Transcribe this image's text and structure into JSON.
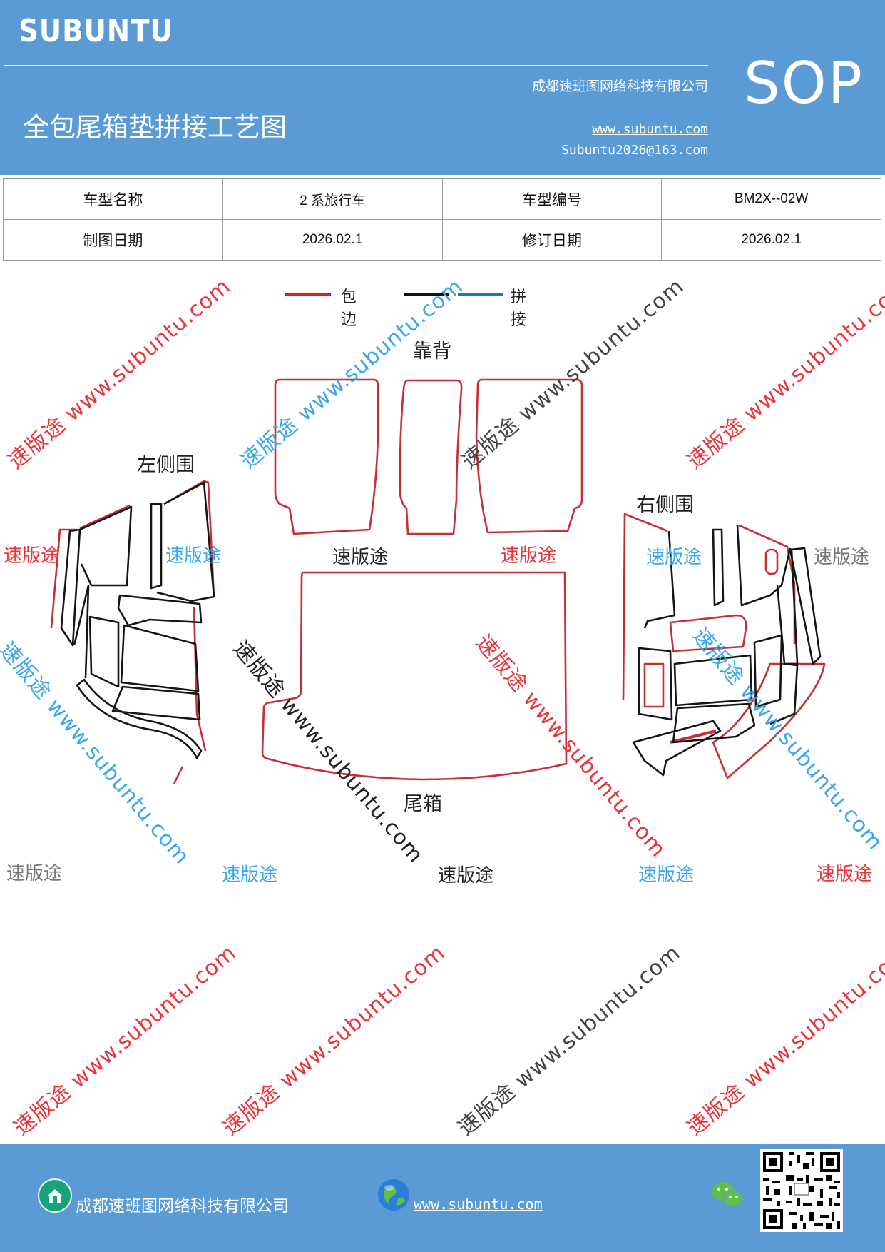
{
  "header": {
    "brand": "SUBUNTU",
    "company": "成都速班图网络科技有限公司",
    "title": "全包尾箱垫拼接工艺图",
    "website": "www.subuntu.com",
    "email": "Subuntu2026@163.com",
    "badge": "SOP"
  },
  "info_table": {
    "rows": [
      [
        "车型名称",
        "2 系旅行车",
        "车型编号",
        "BM2X--02W"
      ],
      [
        "制图日期",
        "2026.02.1",
        "修订日期",
        "2026.02.1"
      ]
    ]
  },
  "legend": {
    "items": [
      {
        "label": "包边",
        "color": "#e8151b"
      },
      {
        "label": "",
        "color": "#111111"
      },
      {
        "label": "拼接",
        "color": "#1a74c9"
      }
    ]
  },
  "parts": {
    "backrest": "靠背",
    "left_side": "左侧围",
    "right_side": "右侧围",
    "trunk": "尾箱"
  },
  "watermark": {
    "short": "速版途",
    "long": "速版途 www.subuntu.com"
  },
  "colors": {
    "header_bg": "#5b9bd5",
    "edge_red": "#c62f33",
    "wm_red": "#e8343a",
    "wm_blue": "#3aa8e8",
    "wm_gray": "#777777"
  },
  "footer": {
    "company": "成都速班图网络科技有限公司",
    "website": "www.subuntu.com",
    "icons": [
      "home-icon",
      "globe-icon",
      "wechat-icon",
      "qr-code"
    ]
  }
}
